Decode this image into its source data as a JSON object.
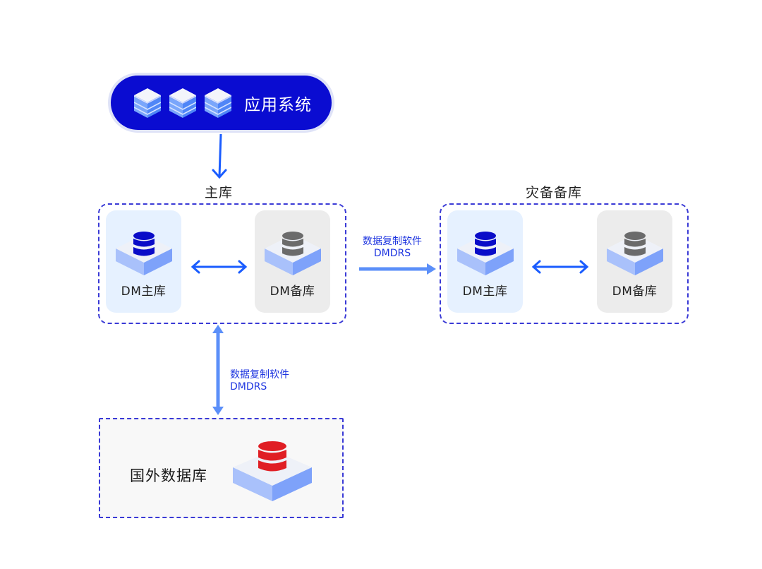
{
  "app_system": {
    "label": "应用系统",
    "icons": [
      "layer-stack-icon",
      "layer-stack-icon",
      "layer-stack-icon"
    ]
  },
  "primary_group": {
    "title": "主库",
    "nodes": [
      {
        "label": "DM主库",
        "role": "primary",
        "icon": "database-icon"
      },
      {
        "label": "DM备库",
        "role": "standby",
        "icon": "database-icon"
      }
    ]
  },
  "dr_group": {
    "title": "灾备备库",
    "nodes": [
      {
        "label": "DM主库",
        "role": "primary",
        "icon": "database-icon"
      },
      {
        "label": "DM备库",
        "role": "standby",
        "icon": "database-icon"
      }
    ]
  },
  "foreign_db": {
    "label": "国外数据库",
    "icon": "database-icon"
  },
  "edges": {
    "to_dr": {
      "line1": "数据复制软件",
      "line2": "DMDRS",
      "direction": "one-way"
    },
    "to_foreign": {
      "line1": "数据复制软件",
      "line2": "DMDRS",
      "direction": "two-way"
    },
    "app_to_primary": {
      "direction": "one-way"
    },
    "primary_sync": {
      "direction": "two-way"
    },
    "dr_sync": {
      "direction": "two-way"
    }
  },
  "colors": {
    "app_pill": "#0a0cd1",
    "dashed_border": "#3a3ad6",
    "arrow_strong": "#1a5cff",
    "arrow_light": "#5b8ff9",
    "primary_db": "#0a0cc8",
    "standby_db": "#6b6b6b",
    "foreign_db": "#e01e24",
    "primary_card": "#e6f1ff",
    "standby_card": "#ececec"
  }
}
